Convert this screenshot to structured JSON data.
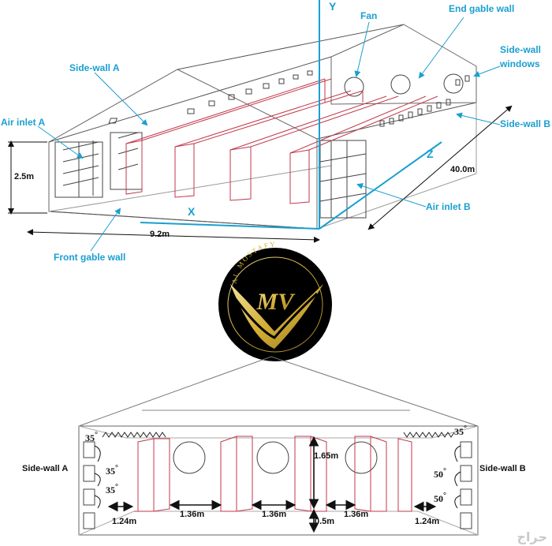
{
  "top_view": {
    "axes": {
      "y": "Y",
      "x": "X",
      "z": "Z"
    },
    "callouts": {
      "fan": "Fan",
      "end_gable_wall": "End gable wall",
      "side_wall_windows_line1": "Side-wall",
      "side_wall_windows_line2": "windows",
      "side_wall_a": "Side-wall A",
      "side_wall_b": "Side-wall B",
      "air_inlet_a": "Air inlet A",
      "air_inlet_b": "Air inlet B",
      "front_gable_wall": "Front gable wall"
    },
    "dimensions": {
      "height": "2.5m",
      "width": "9.2m",
      "length": "40.0m"
    }
  },
  "logo": {
    "monogram": "MV",
    "ring_text": "AL MOSTAFY",
    "colors": {
      "background": "#000000",
      "gold": "#d4af37"
    }
  },
  "section_view": {
    "labels": {
      "side_wall_a": "Side-wall A",
      "side_wall_b": "Side-wall B"
    },
    "angles": {
      "a_top": "35",
      "a_mid": "35",
      "a_low": "35",
      "b_top": "35",
      "b_mid": "50",
      "b_low": "50",
      "degree_symbol": "°"
    },
    "dimensions": {
      "left_gap": "1.24m",
      "gap_1": "1.36m",
      "gap_2": "1.36m",
      "gap_3": "1.36m",
      "right_gap": "1.24m",
      "column_height": "1.65m",
      "floor_gap": "0.5m"
    }
  },
  "watermark": "حراج",
  "colors": {
    "accent": "#1a9fd0",
    "structure": "#555555",
    "columns": "#c0394b"
  }
}
